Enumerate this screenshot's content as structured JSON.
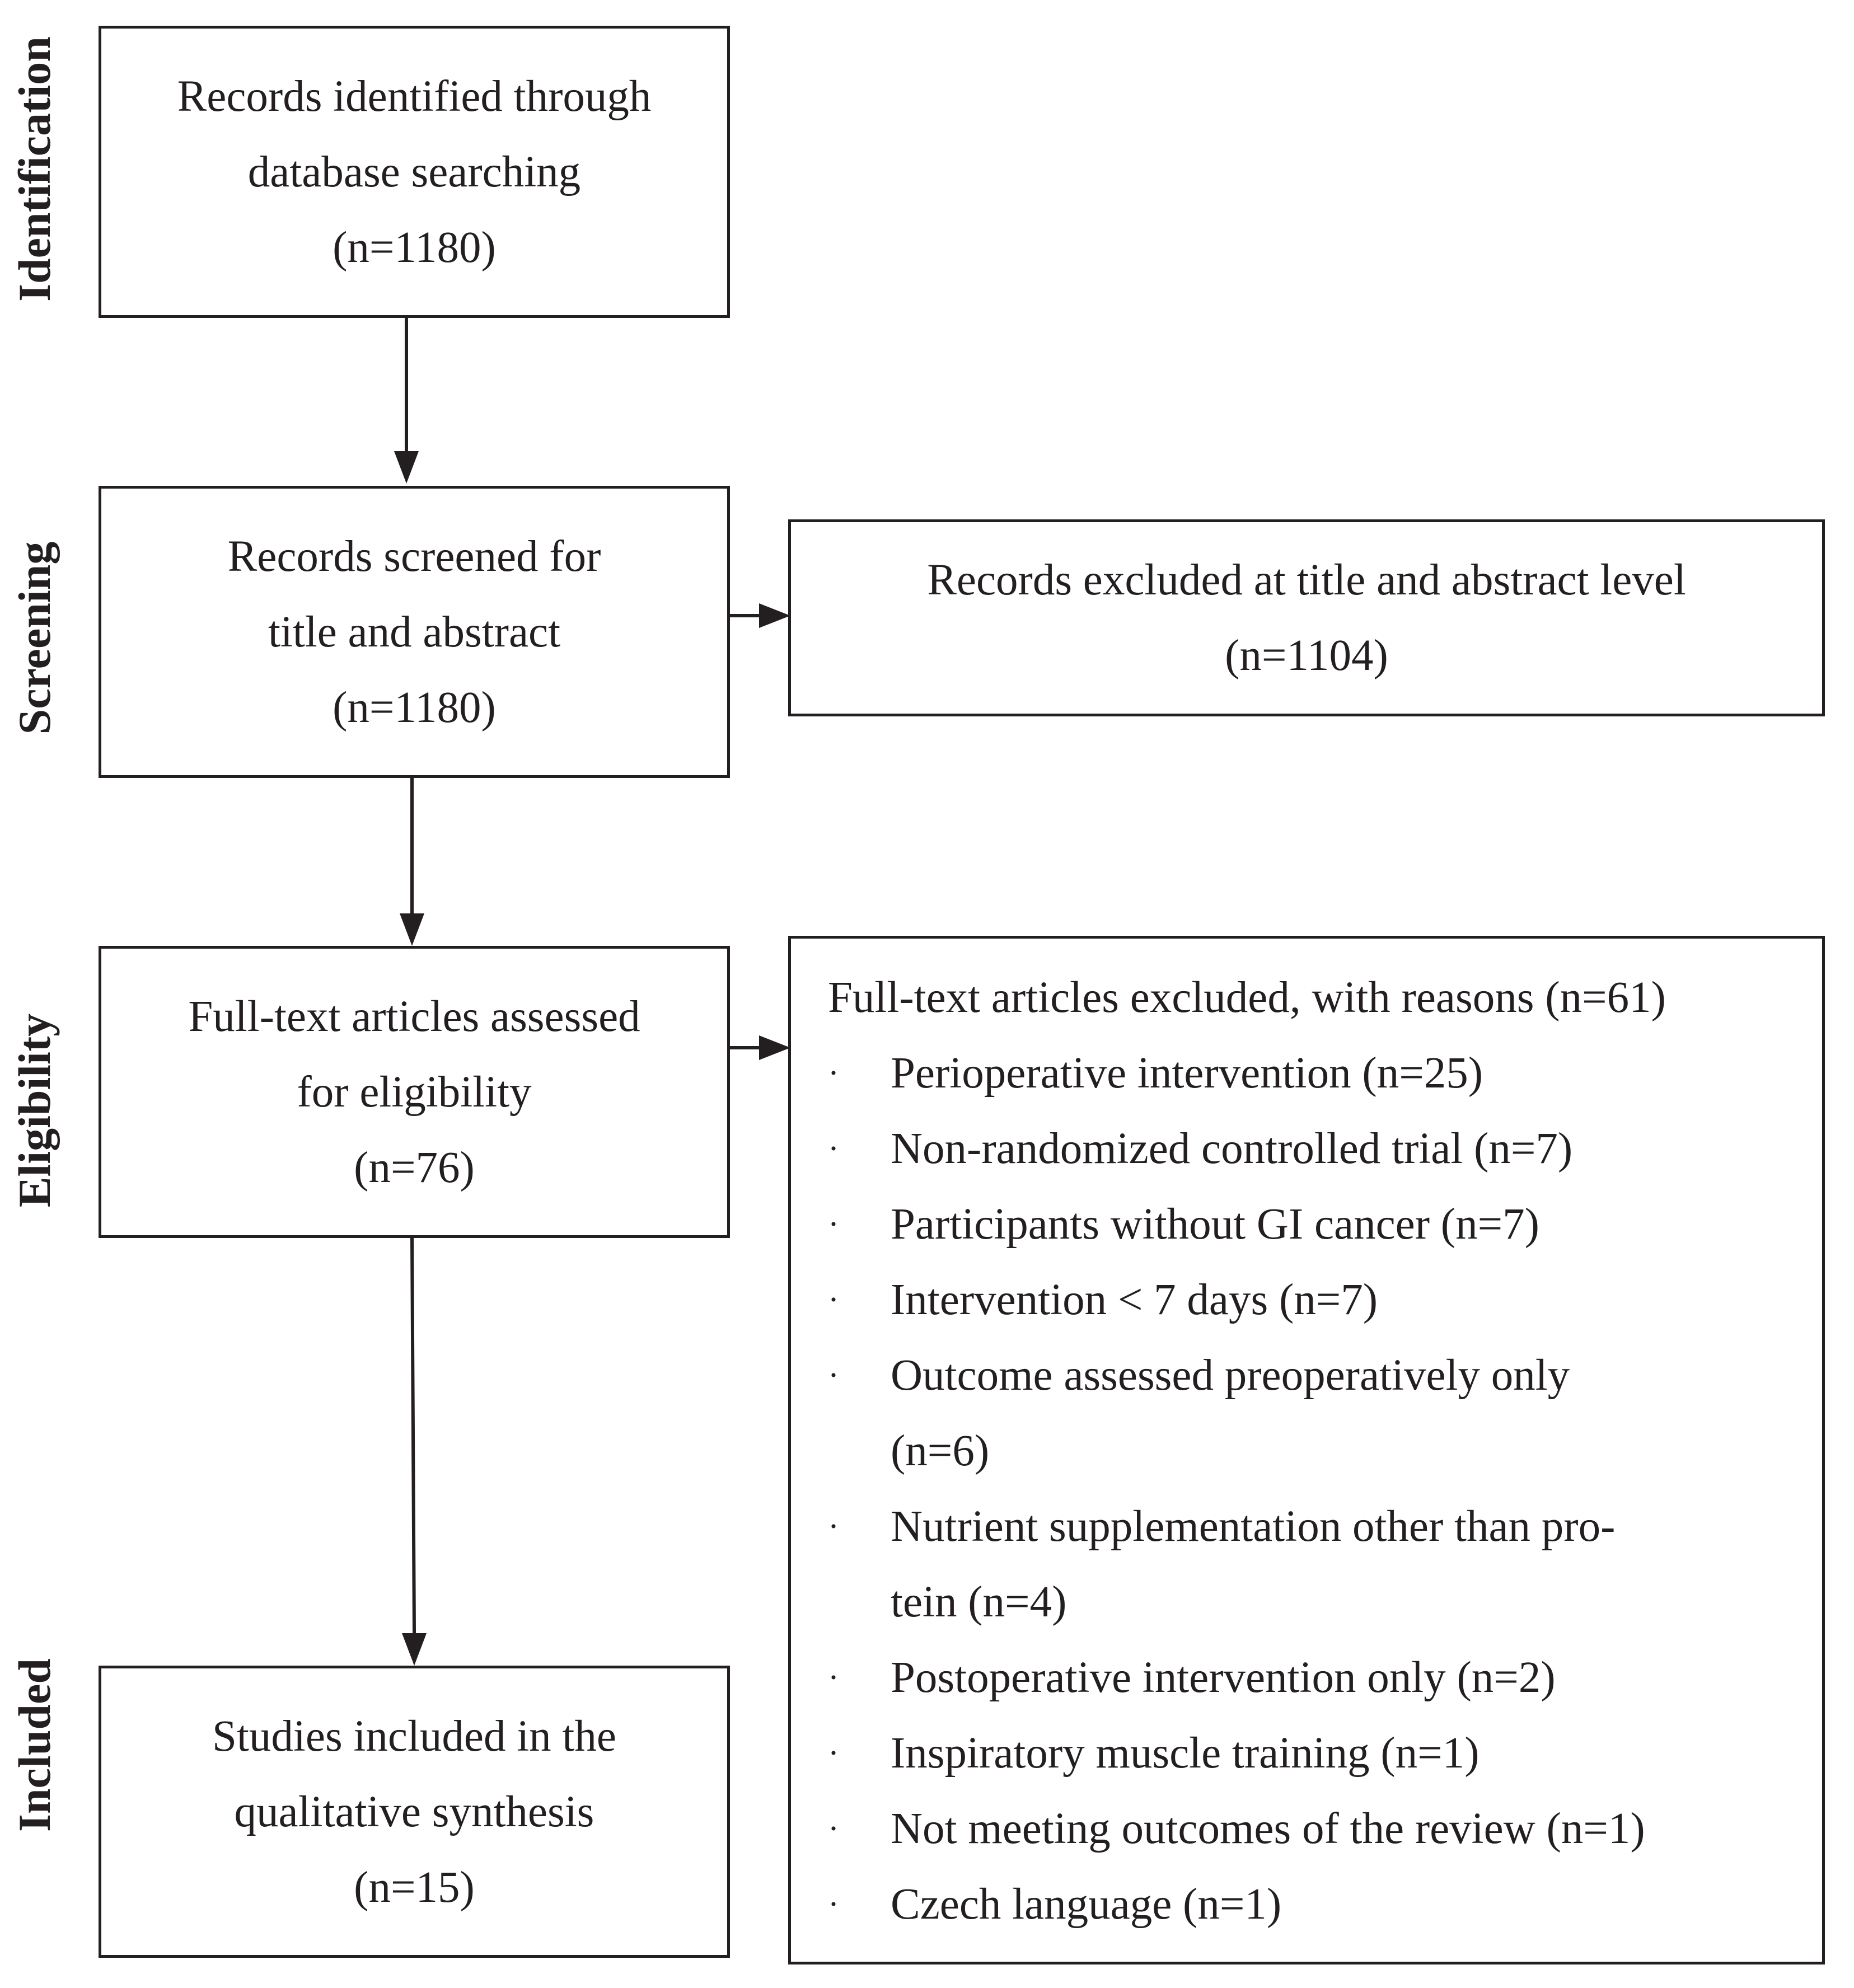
{
  "stages": {
    "identification": "Identification",
    "screening": "Screening",
    "eligibility": "Eligibility",
    "included": "Included"
  },
  "boxes": {
    "identified": {
      "line1": "Records identified through",
      "line2": "database searching",
      "count": "(n=1180)"
    },
    "screened": {
      "line1": "Records screened for",
      "line2": "title and abstract",
      "count": "(n=1180)"
    },
    "excluded_title_abstract": {
      "line1": "Records excluded at title and abstract level",
      "count": "(n=1104)"
    },
    "fulltext_assessed": {
      "line1": "Full-text articles assessed",
      "line2": "for eligibility",
      "count": "(n=76)"
    },
    "included_studies": {
      "line1": "Studies included in the",
      "line2": "qualitative synthesis",
      "count": "(n=15)"
    },
    "fulltext_excluded": {
      "heading": "Full-text articles excluded, with reasons (n=61)",
      "bullet": "·",
      "reasons": [
        [
          "Perioperative intervention (n=25)"
        ],
        [
          "Non-randomized controlled trial (n=7)"
        ],
        [
          "Participants without GI cancer (n=7)"
        ],
        [
          "Intervention < 7 days (n=7)"
        ],
        [
          "Outcome assessed preoperatively only",
          "(n=6)"
        ],
        [
          "Nutrient supplementation other than pro-",
          "tein (n=4)"
        ],
        [
          "Postoperative intervention only (n=2)"
        ],
        [
          "Inspiratory muscle training (n=1)"
        ],
        [
          "Not meeting outcomes of the review (n=1)"
        ],
        [
          "Czech language (n=1)"
        ]
      ]
    }
  },
  "colors": {
    "ink": "#231f20",
    "background": "#ffffff"
  }
}
